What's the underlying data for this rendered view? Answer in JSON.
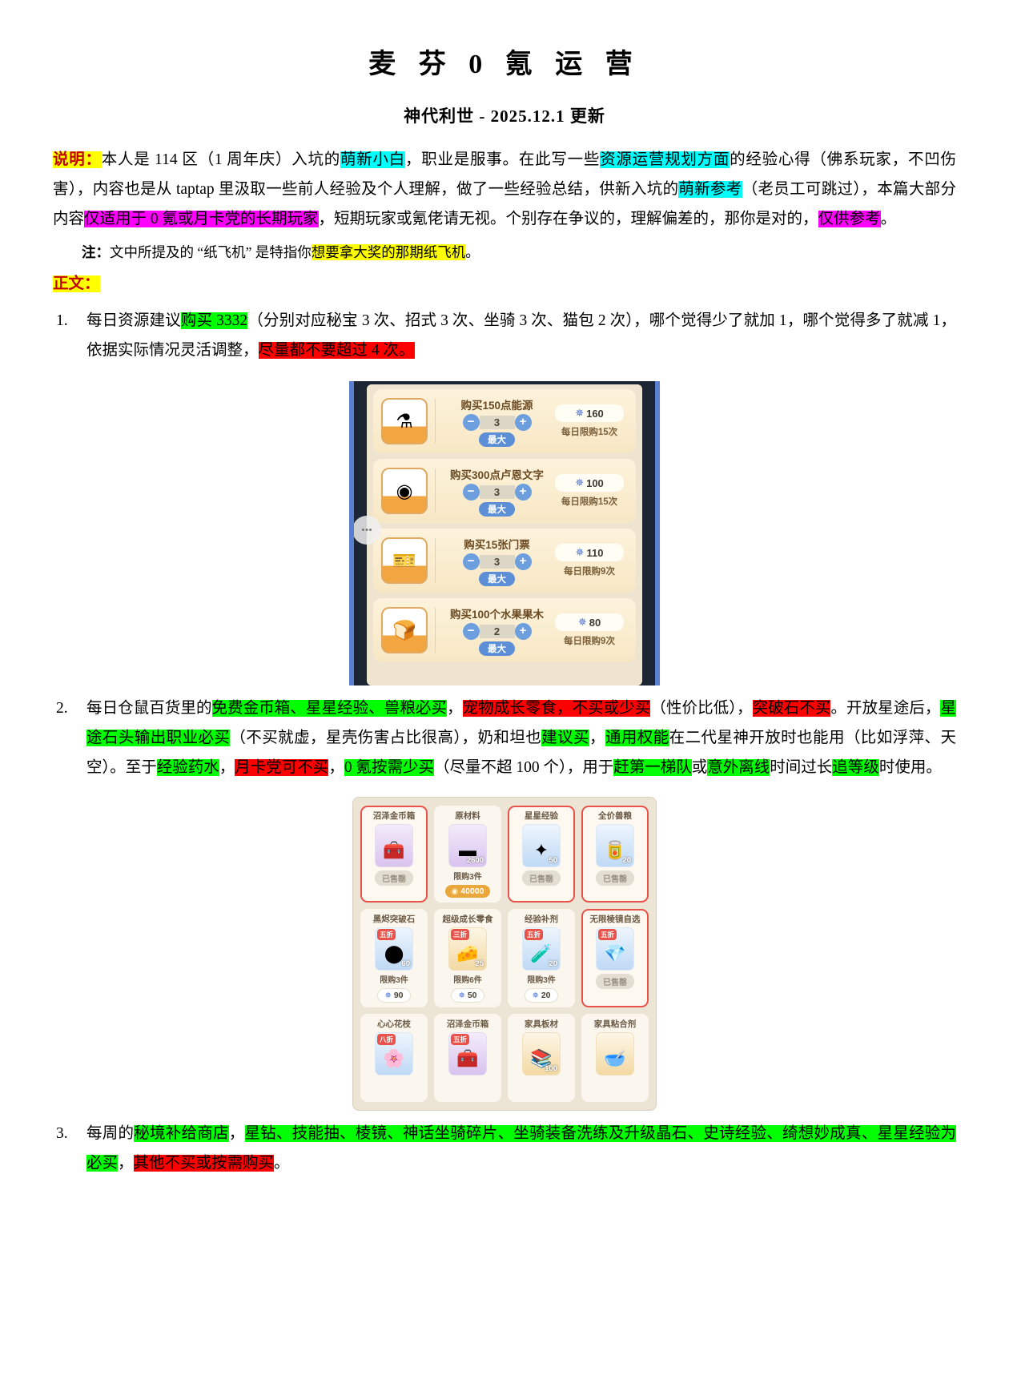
{
  "header": {
    "title": "麦 芬 0 氪 运 营",
    "subtitle": "神代利世 - 2025.12.1 更新"
  },
  "intro": {
    "label": "说明：",
    "t1": "本人是 114 区（1 周年庆）入坑的",
    "h1": "萌新小白",
    "t2": "，职业是服事。在此写一些",
    "h2": "资源运营规划方面",
    "t3": "的经验心得（佛系玩家，不凹伤害），内容也是从 taptap 里汲取一些前人经验及个人理解，做了一些经验总结，供新入坑的",
    "h3": "萌新参考",
    "t4": "（老员工可跳过），本篇大部分内容",
    "h4": "仅适用于 0 氪或月卡党的长期玩家",
    "t5": "，短期玩家或氪佬请无视。个别存在争议的，理解偏差的，那你是对的，",
    "h5": "仅供参考",
    "t6": "。"
  },
  "note": {
    "label": "注：",
    "t1": "文中所提及的 “纸飞机” 是特指你",
    "h1": "想要拿大奖的那期纸飞机",
    "t2": "。"
  },
  "body_label": "正文：",
  "items": [
    {
      "num": "1.",
      "t1": "每日资源建议",
      "h1": "购买 3332",
      "t2": "（分别对应秘宝 3 次、招式 3 次、坐骑 3 次、猫包 2 次），哪个觉得少了就加 1，哪个觉得多了就减 1，依据实际情况灵活调整，",
      "h2": "尽量都不要超过 4 次。"
    },
    {
      "num": "2.",
      "t1": "每日仓鼠百货里的",
      "h1": "免费金币箱、星星经验、兽粮必买",
      "t2": "，",
      "h2": "宠物成长零食，不买或少买",
      "t3": "（性价比低），",
      "h3": "突破石不买",
      "t4": "。开放星途后，",
      "h4": "星途石头输出职业必买",
      "t5": "（不买就虚，星壳伤害占比很高），奶和坦也",
      "h5": "建议买",
      "t6": "，",
      "h6": "通用权能",
      "t7": "在二代星神开放时也能用（比如浮萍、天空）。至于",
      "h7": "经验药水",
      "t8": "，",
      "h8": "月卡党可不买",
      "t9": "，",
      "h9": "0 氪按需少买",
      "t10": "（尽量不超 100 个），用于",
      "h10": "赶第一梯队",
      "t11": "或",
      "h11": "意外离线",
      "t12": "时间过长",
      "h12": "追等级",
      "t13": "时使用。"
    },
    {
      "num": "3.",
      "t1": "每周的",
      "h1": "秘境补给商店",
      "t2": "，",
      "h2": "星钻、技能抽、棱镜、神话坐骑碎片、坐骑装备洗练及升级晶石、史诗经验、绮想妙成真、星星经验为必买",
      "t3": "，",
      "h3": "其他不买或按需购买",
      "t4": "。"
    }
  ],
  "shot1": {
    "rows": [
      {
        "title": "购买150点能源",
        "icon": "⚗",
        "minus": "−",
        "qty": "3",
        "plus": "+",
        "max_label": "最大",
        "price": "160",
        "star": "✵",
        "limit": "每日限购15次"
      },
      {
        "title": "购买300点卢恩文字",
        "icon": "◉",
        "minus": "−",
        "qty": "3",
        "plus": "+",
        "max_label": "最大",
        "price": "100",
        "star": "✵",
        "limit": "每日限购15次"
      },
      {
        "title": "购买15张门票",
        "icon": "🎫",
        "minus": "−",
        "qty": "3",
        "plus": "+",
        "max_label": "最大",
        "price": "110",
        "star": "✵",
        "limit": "每日限购9次"
      },
      {
        "title": "购买100个水果果木",
        "icon": "🍞",
        "minus": "−",
        "qty": "2",
        "plus": "+",
        "max_label": "最大",
        "price": "80",
        "star": "✵",
        "limit": "每日限购9次"
      }
    ],
    "chat_icon": "•••"
  },
  "shot2": {
    "cards": [
      {
        "name": "沼泽金币箱",
        "glyph": "🧰",
        "thumb": "purple",
        "hot": true,
        "qty": "",
        "discount": "",
        "limit": "",
        "status": "已售罄",
        "price": "",
        "price_style": ""
      },
      {
        "name": "原材料",
        "glyph": "▬",
        "thumb": "purple",
        "hot": false,
        "qty": "2600",
        "discount": "",
        "limit": "限购3件",
        "status": "",
        "price": "40000",
        "price_style": "gold"
      },
      {
        "name": "星星经验",
        "glyph": "✦",
        "thumb": "blue",
        "hot": true,
        "qty": "50",
        "discount": "",
        "limit": "",
        "status": "已售罄",
        "price": "",
        "price_style": ""
      },
      {
        "name": "全价兽粮",
        "glyph": "🥫",
        "thumb": "blue",
        "hot": true,
        "qty": "20",
        "discount": "",
        "limit": "",
        "status": "已售罄",
        "price": "",
        "price_style": ""
      },
      {
        "name": "黑烬突破石",
        "glyph": "⬤",
        "thumb": "blue",
        "hot": false,
        "qty": "60",
        "discount": "五折",
        "limit": "限购3件",
        "status": "",
        "price": "90",
        "price_style": "white"
      },
      {
        "name": "超级成长零食",
        "glyph": "🧀",
        "thumb": "orange",
        "hot": false,
        "qty": "25",
        "discount": "三折",
        "limit": "限购6件",
        "status": "",
        "price": "50",
        "price_style": "white"
      },
      {
        "name": "经验补剂",
        "glyph": "🧪",
        "thumb": "blue",
        "hot": false,
        "qty": "20",
        "discount": "五折",
        "limit": "限购3件",
        "status": "",
        "price": "20",
        "price_style": "white"
      },
      {
        "name": "无限棱镜自选",
        "glyph": "💎",
        "thumb": "blue",
        "hot": true,
        "qty": "",
        "discount": "五折",
        "limit": "",
        "status": "已售罄",
        "price": "",
        "price_style": ""
      },
      {
        "name": "心心花枝",
        "glyph": "🌸",
        "thumb": "blue",
        "hot": false,
        "qty": "",
        "discount": "八折",
        "limit": "",
        "status": "",
        "price": "",
        "price_style": ""
      },
      {
        "name": "沼泽金币箱",
        "glyph": "🧰",
        "thumb": "purple",
        "hot": false,
        "qty": "",
        "discount": "五折",
        "limit": "",
        "status": "",
        "price": "",
        "price_style": ""
      },
      {
        "name": "家具板材",
        "glyph": "📚",
        "thumb": "orange",
        "hot": false,
        "qty": "100",
        "discount": "",
        "limit": "",
        "status": "",
        "price": "",
        "price_style": ""
      },
      {
        "name": "家具粘合剂",
        "glyph": "🥣",
        "thumb": "orange",
        "hot": false,
        "qty": "",
        "discount": "",
        "limit": "",
        "status": "",
        "price": "",
        "price_style": ""
      }
    ]
  },
  "colors": {
    "yellow": "#ffff00",
    "cyan": "#00ffff",
    "magenta": "#ff00ff",
    "green": "#00ff00",
    "red": "#ff0000",
    "hot_border": "#e8524a"
  }
}
